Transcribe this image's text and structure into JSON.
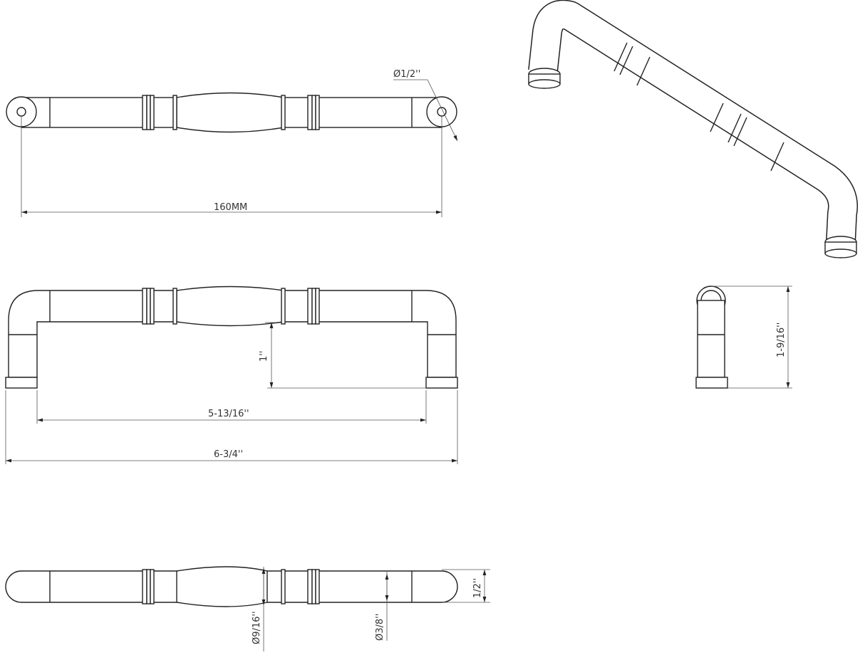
{
  "dimensions": {
    "hole_diameter": "Ø1/2''",
    "center_to_center": "160MM",
    "projection": "1''",
    "inside_length": "5-13/16''",
    "overall_length": "6-3/4''",
    "side_height": "1-9/16''",
    "foot_width": "1/2''",
    "grip_diameter": "Ø9/16''",
    "bar_diameter": "Ø3/8''"
  },
  "colors": {
    "line": "#222222",
    "background": "#ffffff"
  }
}
